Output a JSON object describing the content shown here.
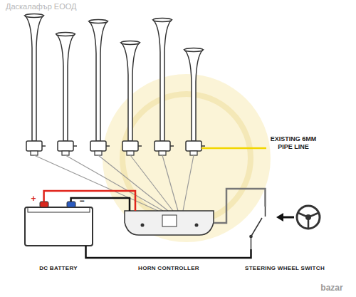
{
  "diagram": {
    "nodes": [
      {
        "text": [
          "DC BATTERY"
        ]
      },
      {
        "text": [
          "HORN CONTROLLER"
        ]
      },
      {
        "text": [
          "STEERING WHEEL SWITCH"
        ]
      }
    ],
    "edges": [
      {
        "from": 0,
        "to": 1,
        "arrow": "none"
      },
      {
        "from": 0,
        "to": 1,
        "arrow": "none"
      },
      {
        "from": 0,
        "to": 2,
        "arrow": "none"
      },
      {
        "from": 1,
        "to": 2,
        "arrow": "none"
      }
    ],
    "labels": [
      "EXISTING 6MM PIPE LINE",
      "+",
      "−",
      "Даскалафър ЕООД",
      "bazar"
    ]
  }
}
